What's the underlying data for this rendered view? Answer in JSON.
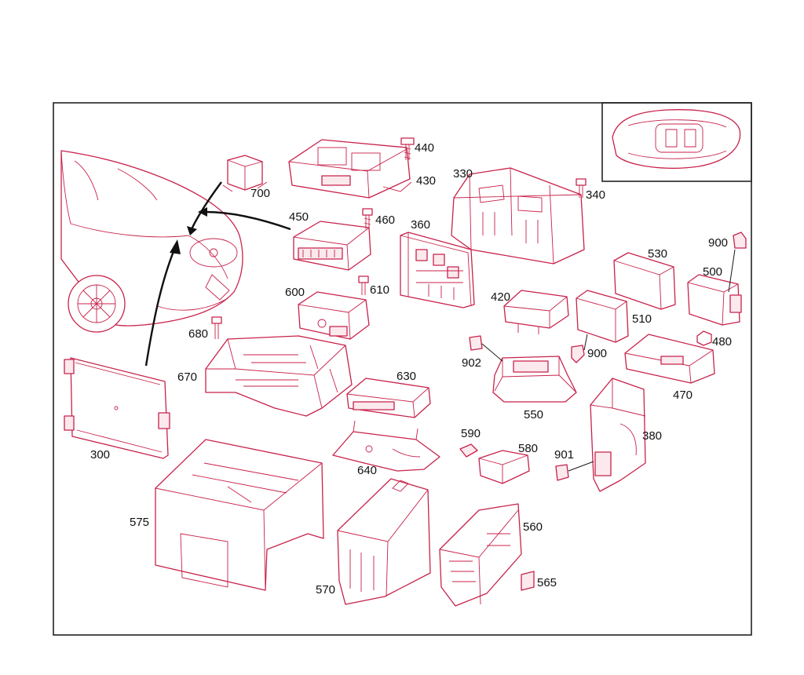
{
  "colors": {
    "line": "#c8224a",
    "ink": "#111111",
    "background": "#ffffff"
  },
  "parts": [
    {
      "id": "p300",
      "label": "300"
    },
    {
      "id": "p330",
      "label": "330"
    },
    {
      "id": "p340",
      "label": "340"
    },
    {
      "id": "p360",
      "label": "360"
    },
    {
      "id": "p380",
      "label": "380"
    },
    {
      "id": "p420",
      "label": "420"
    },
    {
      "id": "p430",
      "label": "430"
    },
    {
      "id": "p440",
      "label": "440"
    },
    {
      "id": "p450",
      "label": "450"
    },
    {
      "id": "p460",
      "label": "460"
    },
    {
      "id": "p470",
      "label": "470"
    },
    {
      "id": "p480",
      "label": "480"
    },
    {
      "id": "p500",
      "label": "500"
    },
    {
      "id": "p510",
      "label": "510"
    },
    {
      "id": "p530",
      "label": "530"
    },
    {
      "id": "p550",
      "label": "550"
    },
    {
      "id": "p560",
      "label": "560"
    },
    {
      "id": "p565",
      "label": "565"
    },
    {
      "id": "p570",
      "label": "570"
    },
    {
      "id": "p575",
      "label": "575"
    },
    {
      "id": "p580",
      "label": "580"
    },
    {
      "id": "p590",
      "label": "590"
    },
    {
      "id": "p600",
      "label": "600"
    },
    {
      "id": "p610",
      "label": "610"
    },
    {
      "id": "p630",
      "label": "630"
    },
    {
      "id": "p640",
      "label": "640"
    },
    {
      "id": "p670",
      "label": "670"
    },
    {
      "id": "p680",
      "label": "680"
    },
    {
      "id": "p700",
      "label": "700"
    },
    {
      "id": "p900a",
      "label": "900"
    },
    {
      "id": "p900b",
      "label": "900"
    },
    {
      "id": "p901",
      "label": "901"
    },
    {
      "id": "p902",
      "label": "902"
    }
  ]
}
